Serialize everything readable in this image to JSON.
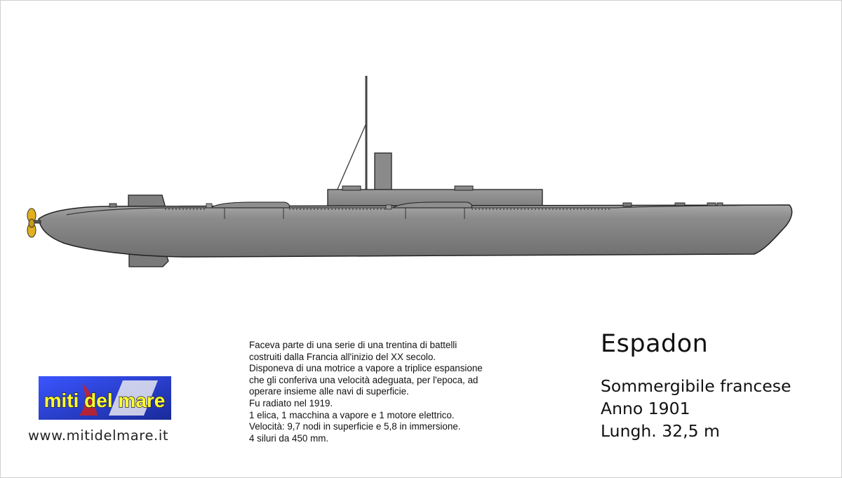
{
  "description": {
    "lines": [
      "Faceva parte di una serie di una trentina di battelli",
      "costruiti dalla Francia all'inizio del XX secolo.",
      "Disponeva di una motrice a vapore a triplice espansione",
      "che gli conferiva una velocità adeguata, per l'epoca, ad",
      "operare insieme alle navi di superficie.",
      "Fu radiato nel 1919.",
      "1 elica, 1 macchina a vapore e 1 motore elettrico.",
      "Velocità: 9,7 nodi in superficie e 5,8 in immersione.",
      "4 siluri da 450 mm."
    ]
  },
  "info": {
    "name": "Espadon",
    "type": "Sommergibile francese",
    "year": "Anno 1901",
    "length": "Lungh. 32,5 m"
  },
  "branding": {
    "logo_text": "miti del mare",
    "website": "www.mitidelmare.it"
  },
  "colors": {
    "hull": "#8a8a8a",
    "propeller": "#e0b020",
    "logo_bg": "#2a3fd8",
    "logo_text": "#ffff33"
  }
}
